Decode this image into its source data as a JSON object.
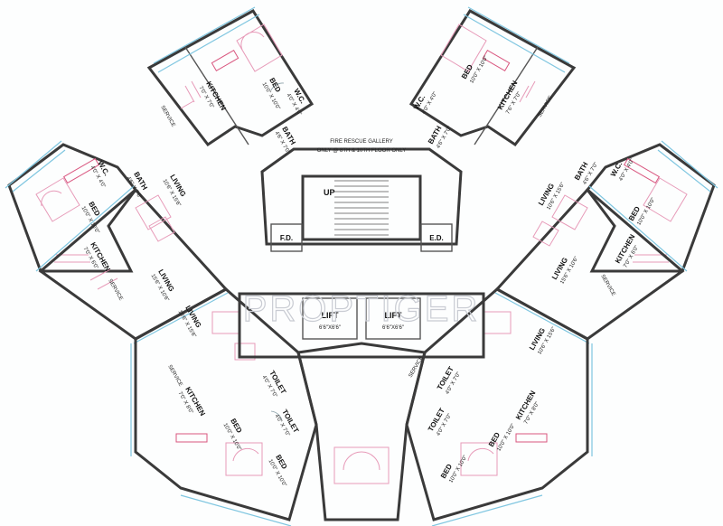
{
  "gallery_note": [
    "FIRE RESCUE GALLERY",
    "ONLY @ 8TH & 10TH FLOOR ONLY"
  ],
  "core": {
    "stair": "UP",
    "fd": "F.D.",
    "ed": "E.D.",
    "lifts": [
      {
        "label": "LIFT",
        "dim": "6'6\"X6'6\""
      },
      {
        "label": "LIFT",
        "dim": "6'6\"X6'6\""
      }
    ]
  },
  "watermark": "PROPTIGER",
  "rooms": {
    "tl_bed": {
      "name": "BED",
      "dim": "10'0\" X 10'0\""
    },
    "tl_kitchen": {
      "name": "KITCHEN",
      "dim": "7'0\" X 7'0\""
    },
    "tl_wc": {
      "name": "W.C.",
      "dim": "4'0\" X 4'0\""
    },
    "tl_bath": {
      "name": "BATH",
      "dim": "4'6\" X 7'0\""
    },
    "tr_bed": {
      "name": "BED",
      "dim": "10'0\" X 10'0\""
    },
    "tr_kitchen": {
      "name": "KITCHEN",
      "dim": "7'6\" X 7'0\""
    },
    "tr_wc": {
      "name": "W.C.",
      "dim": "4'0\" X 4'0\""
    },
    "tr_bath": {
      "name": "BATH",
      "dim": "4'6\" X 7'0\""
    },
    "l_wc": {
      "name": "W.C.",
      "dim": "4'0\" X 4'0\""
    },
    "l_bath": {
      "name": "BATH",
      "dim": "4'6\" X 7'0\""
    },
    "l_living": {
      "name": "LIVING",
      "dim": "10'6\" X 15'6\""
    },
    "l_bed": {
      "name": "BED",
      "dim": "10'0\" X 10'0\""
    },
    "l_kitchen": {
      "name": "KITCHEN",
      "dim": "7'0\" X 6'0\""
    },
    "r_living": {
      "name": "LIVING",
      "dim": "10'6\" X 15'6\""
    },
    "r_bath": {
      "name": "BATH",
      "dim": "4'6\" X 7'0\""
    },
    "r_wc": {
      "name": "W.C.",
      "dim": "4'0\" X 4'0\""
    },
    "r_bed": {
      "name": "BED",
      "dim": "10'0\" X 10'0\""
    },
    "r_kitchen": {
      "name": "KITCHEN",
      "dim": "7'0\" X 6'0\""
    },
    "ml_living": {
      "name": "LIVING",
      "dim": "15'6\" X 10'6\""
    },
    "mr_living": {
      "name": "LIVING",
      "dim": "15'6\" X 10'6\""
    },
    "bl_living": {
      "name": "LIVING",
      "dim": "10'6\" X 15'6\""
    },
    "bl_kitchen": {
      "name": "KITCHEN",
      "dim": "7'0\" X 8'0\""
    },
    "bl_bed": {
      "name": "BED",
      "dim": "10'0\" X 10'0\""
    },
    "bl_toilet": {
      "name": "TOILET",
      "dim": "4'0\" X 7'0\""
    },
    "bc_toilet": {
      "name": "TOILET",
      "dim": "4'0\" X 7'0\""
    },
    "bc_bed": {
      "name": "BED",
      "dim": "10'0\" X 10'0\""
    },
    "br_living": {
      "name": "LIVING",
      "dim": "10'6\" X 15'6\""
    },
    "br_toilet_a": {
      "name": "TOILET",
      "dim": "4'0\" X 7'0\""
    },
    "br_toilet_b": {
      "name": "TOILET",
      "dim": "4'0\" X 7'0\""
    },
    "br_bed_a": {
      "name": "BED",
      "dim": "10'0\" X 10'0\""
    },
    "br_bed_b": {
      "name": "BED",
      "dim": "10'0\" X 10'0\""
    },
    "br_kitchen": {
      "name": "KITCHEN",
      "dim": "7'0\" X 8'0\""
    }
  },
  "service_tags": [
    "SERVICE",
    "SERVICE",
    "SERVICE",
    "SERVICE",
    "SERVICE",
    "SERVICE"
  ]
}
